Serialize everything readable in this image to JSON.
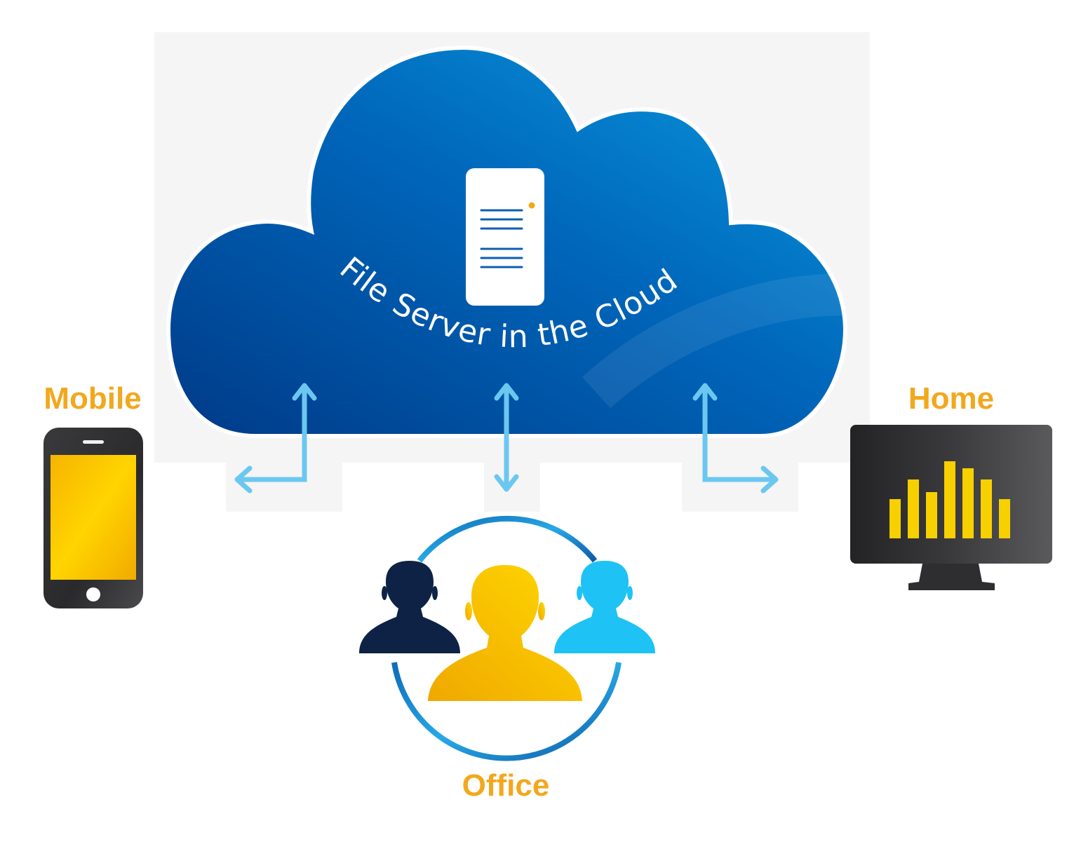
{
  "cloud": {
    "title": "File Server in the Cloud",
    "icon": "server-icon"
  },
  "nodes": {
    "mobile": {
      "label": "Mobile",
      "icon": "smartphone-icon"
    },
    "home": {
      "label": "Home",
      "icon": "monitor-chart-icon"
    },
    "office": {
      "label": "Office",
      "icon": "users-group-icon"
    }
  },
  "colors": {
    "cloud_dark": "#003f8c",
    "cloud_light": "#0a96dc",
    "label": "#f2a81d",
    "arrow": "#6cc7f0",
    "device_dark": "#2b2b2d",
    "screen_yellow": "#f7c800",
    "person_navy": "#0d2245",
    "person_gold": "#f6c300",
    "person_sky": "#1ec2f4",
    "ring": "#1179c6"
  }
}
